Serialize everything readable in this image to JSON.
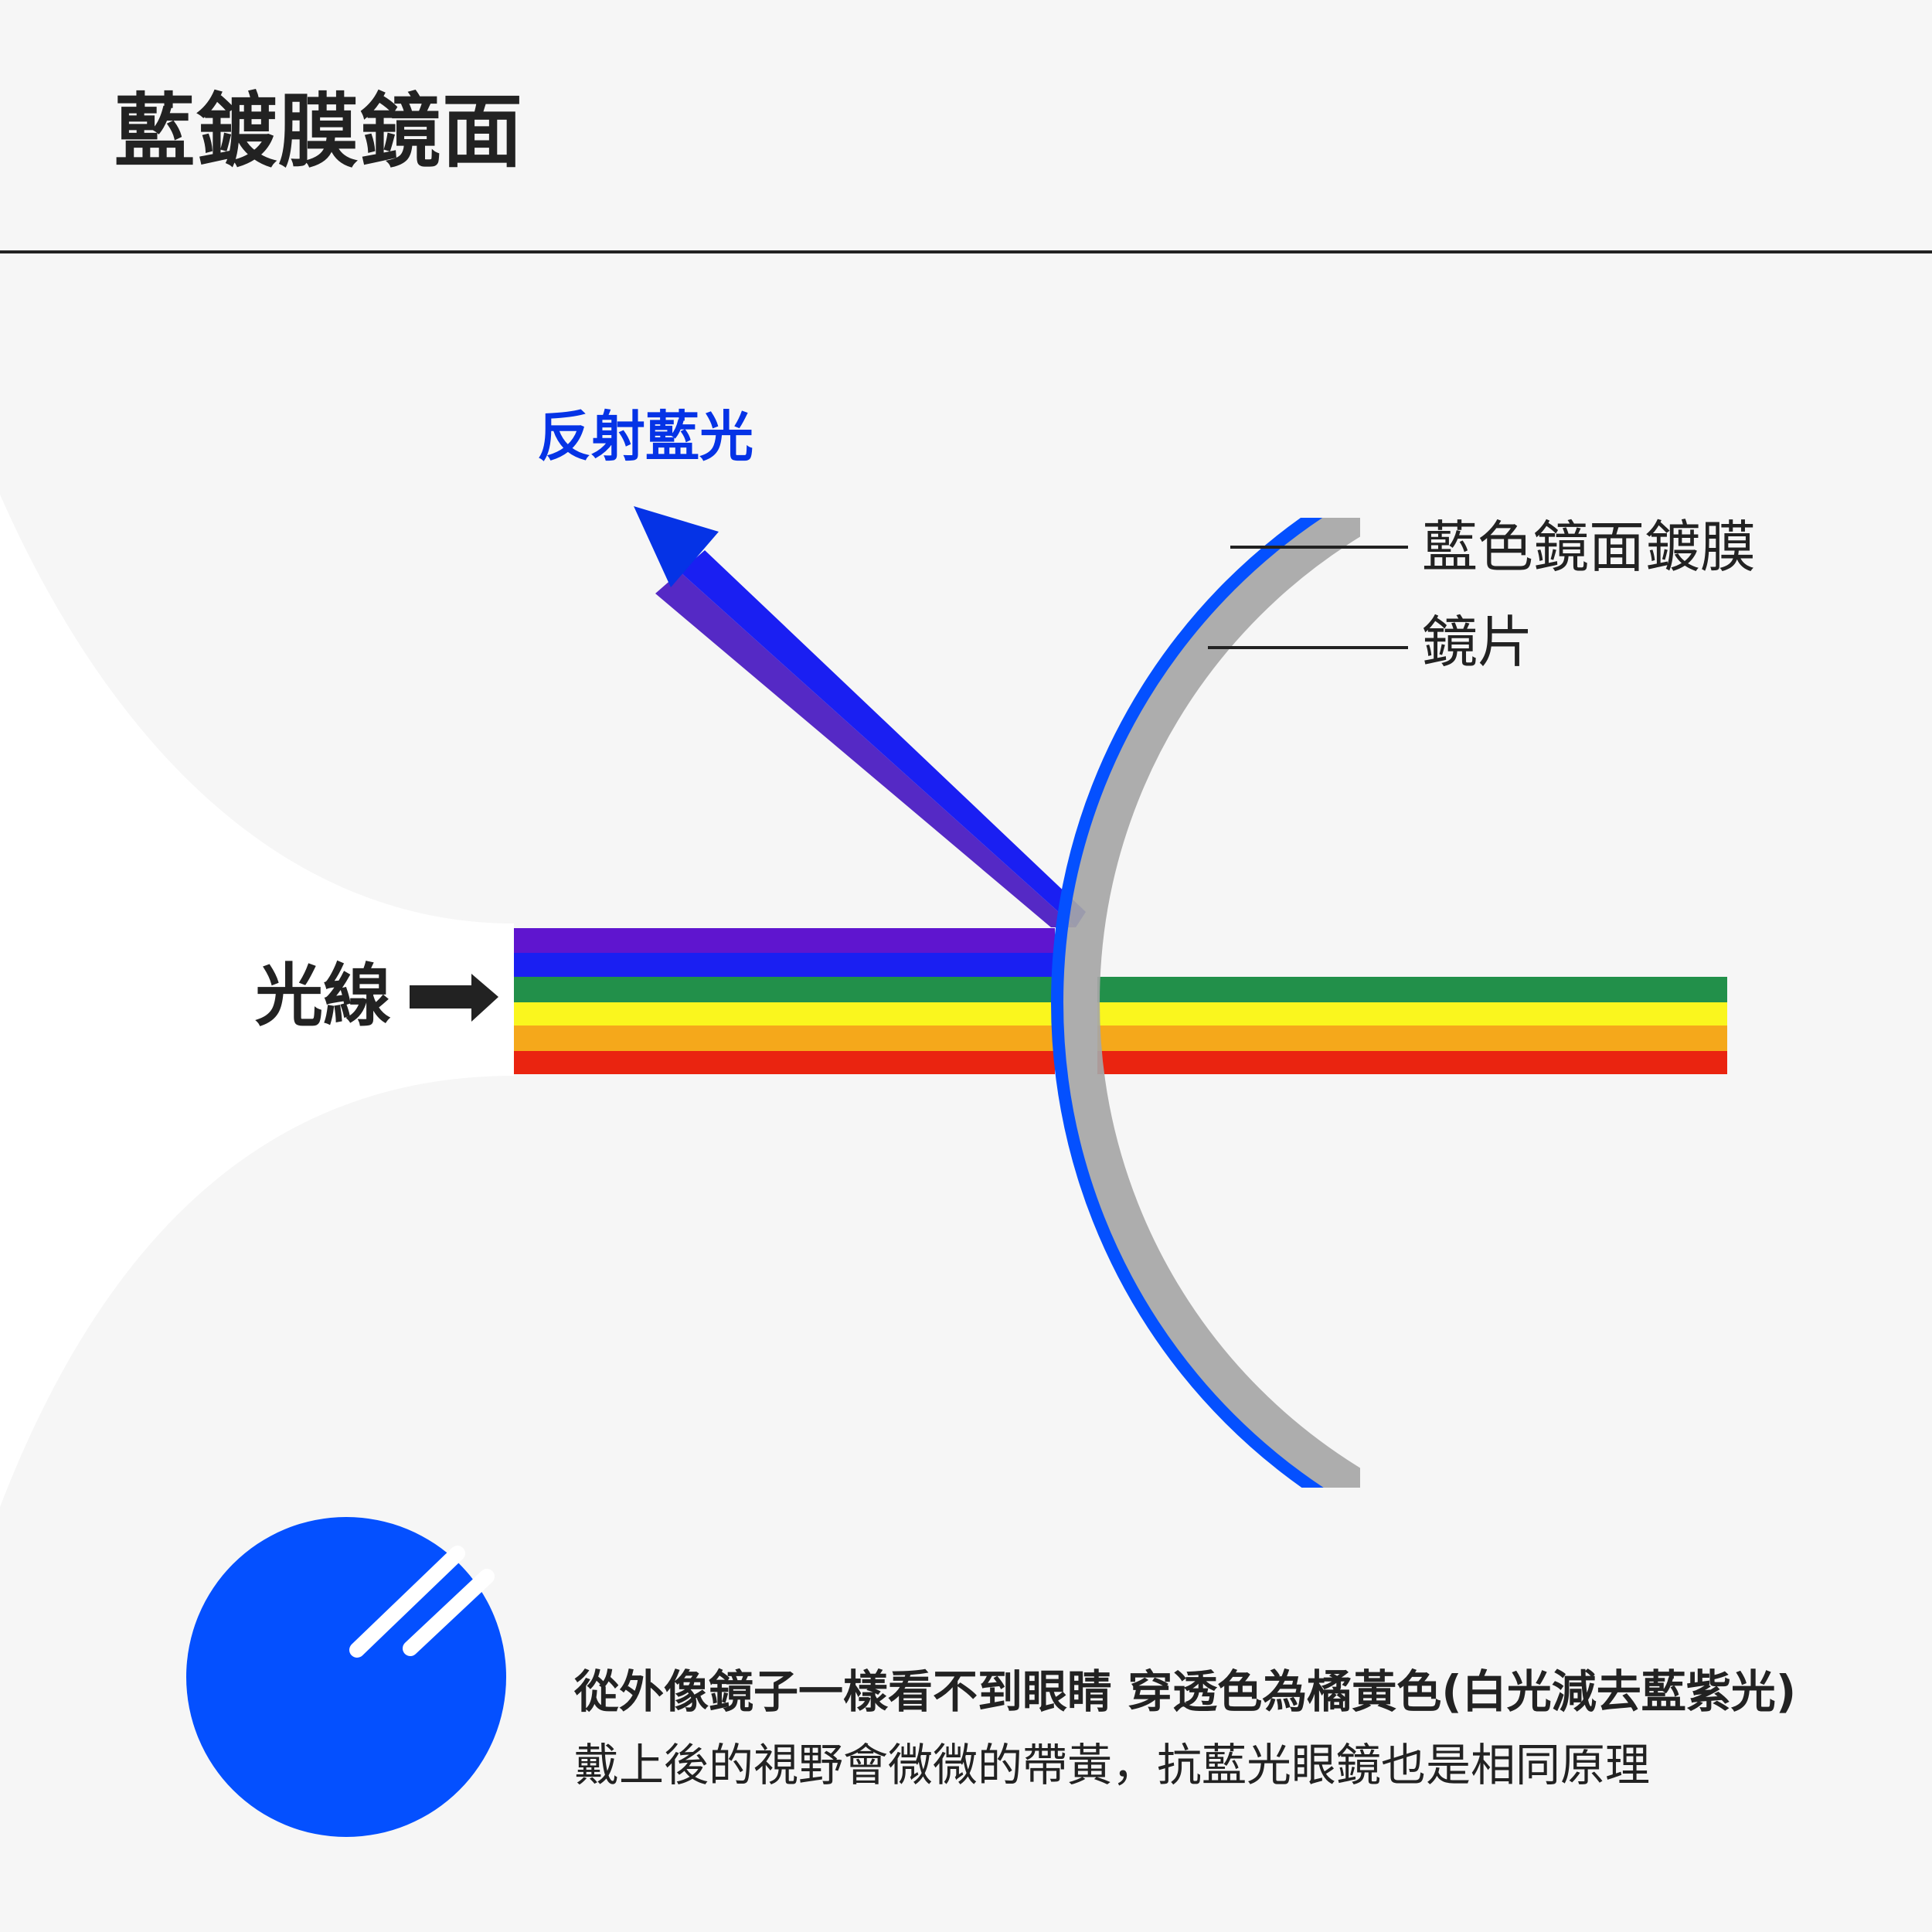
{
  "header": {
    "title": "藍鍍膜鏡面"
  },
  "diagram": {
    "reflected_label": "反射藍光",
    "incoming_label": "光線",
    "callouts": [
      {
        "label": "藍色鏡面鍍膜"
      },
      {
        "label": "鏡片"
      }
    ],
    "incoming_bands": [
      {
        "name": "violet",
        "color": "#5F15CF"
      },
      {
        "name": "blue",
        "color": "#1A1FF2"
      },
      {
        "name": "green",
        "color": "#22904A"
      },
      {
        "name": "yellow",
        "color": "#FAF61E"
      },
      {
        "name": "orange",
        "color": "#F5A81B"
      },
      {
        "name": "red",
        "color": "#EA2410"
      }
    ],
    "transmitted_bands": [
      {
        "name": "green",
        "color": "#22904A"
      },
      {
        "name": "yellow",
        "color": "#FAF61E"
      },
      {
        "name": "orange",
        "color": "#F5A81B"
      },
      {
        "name": "red",
        "color": "#EA2410"
      }
    ],
    "colors": {
      "coating": "#0450FF",
      "lens": "#A6A6A6",
      "reflected_label": "#0533E6",
      "reflected_arrow_head": "#0533E6",
      "reflected_arrow_outer": "#1A1FF2",
      "reflected_arrow_inner": "#5529C5"
    }
  },
  "footer": {
    "icon": "lens-glare-icon",
    "icon_color": "#0450FF",
    "line1": "從外像鏡子一樣看不到眼睛 穿透色為橘黃色(白光減去藍紫光)",
    "line2": "戴上後的視野會微微的帶黃，抗藍光眼鏡也是相同原理"
  }
}
